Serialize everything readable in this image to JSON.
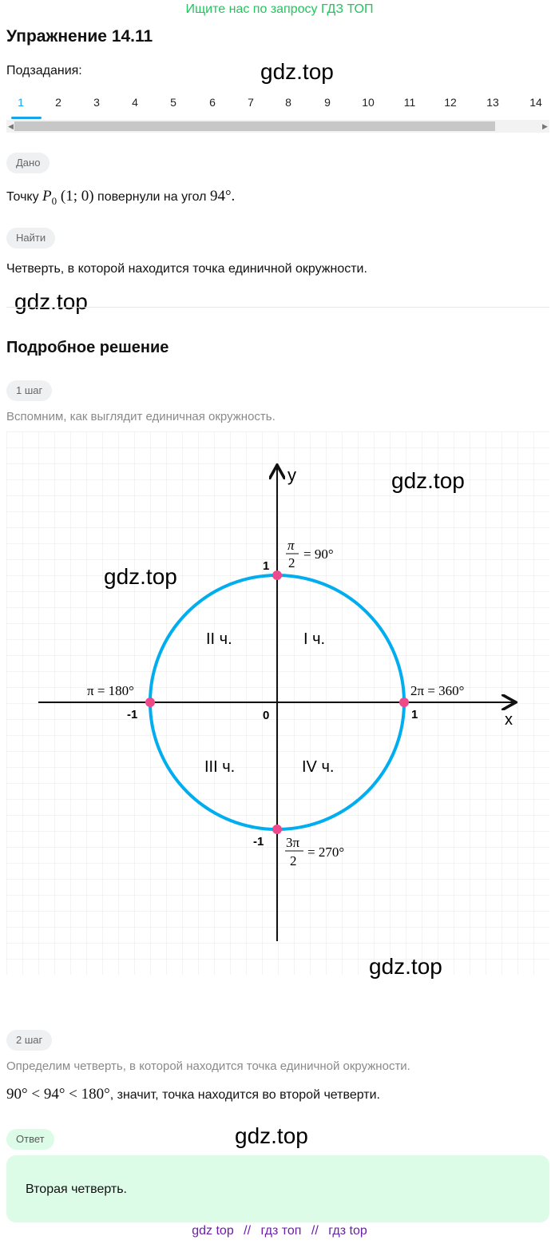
{
  "banner": "Ищите нас по запросу ГДЗ ТОП",
  "title": "Упражнение 14.11",
  "subtasks_label": "Подзадания:",
  "watermark": "gdz.top",
  "tabs": [
    "1",
    "2",
    "3",
    "4",
    "5",
    "6",
    "7",
    "8",
    "9",
    "10",
    "11",
    "12",
    "13",
    "14"
  ],
  "active_tab": "1",
  "given": {
    "chip": "Дано",
    "text_before": "Точку",
    "point_letter": "P",
    "point_sub": "0",
    "point_coords": "(1; 0)",
    "text_mid": "повернули на угол",
    "angle": "94°."
  },
  "find": {
    "chip": "Найти",
    "text": "Четверть, в которой находится точка единичной окружности."
  },
  "solution_title": "Подробное решение",
  "step1": {
    "chip": "1 шаг",
    "text": "Вспомним, как выглядит единичная окружность."
  },
  "diagram": {
    "axis_x": "x",
    "axis_y": "y",
    "origin": "0",
    "tick_pos_x": "1",
    "tick_neg_x": "-1",
    "tick_pos_y": "1",
    "tick_neg_y": "-1",
    "q1": "I ч.",
    "q2": "II ч.",
    "q3": "III ч.",
    "q4": "IV ч.",
    "label_top_num": "π",
    "label_top_den": "2",
    "label_top_val": "= 90°",
    "label_left": "π = 180°",
    "label_right": "2π = 360°",
    "label_bottom_num": "3π",
    "label_bottom_den": "2",
    "label_bottom_val": "= 270°",
    "colors": {
      "circle": "#00aeef",
      "point": "#ec4a8a",
      "axis": "#111111",
      "grid": "#e7e7e7"
    }
  },
  "step2": {
    "chip": "2 шаг",
    "text": "Определим четверть, в которой находится точка единичной окружности.",
    "math": "90° < 94° < 180°",
    "conclusion": ", значит, точка находится во второй четверти."
  },
  "answer": {
    "chip": "Ответ",
    "text": "Вторая четверть."
  },
  "footer": [
    "gdz top",
    "//",
    "гдз топ",
    "//",
    "гдз top"
  ]
}
